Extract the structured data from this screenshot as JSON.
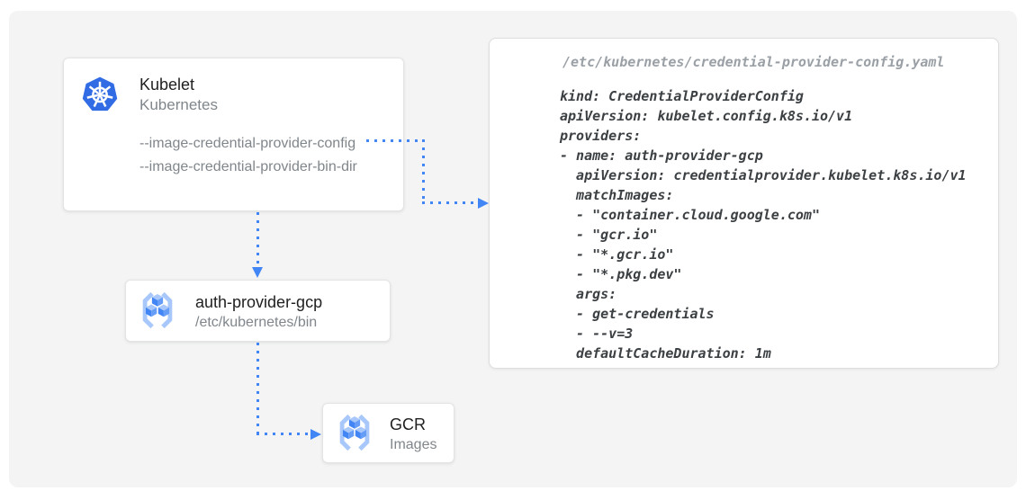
{
  "colors": {
    "canvas_background": "#f4f4f4",
    "arrow_blue": "#4285f4",
    "kubernetes_blue": "#326ce5",
    "icon_light_blue": "#a8c7fa",
    "icon_mid_blue": "#669df6",
    "title_text": "#212121",
    "muted_text": "#80868b",
    "code_text": "#3c4043",
    "code_path_text": "#9aa0a6"
  },
  "nodes": {
    "kubelet": {
      "icon": "kubernetes-helm-icon",
      "title": "Kubelet",
      "subtitle": "Kubernetes",
      "flags": [
        "--image-credential-provider-config",
        "--image-credential-provider-bin-dir"
      ]
    },
    "auth_provider": {
      "icon": "container-registry-icon",
      "title": "auth-provider-gcp",
      "subtitle": "/etc/kubernetes/bin"
    },
    "gcr": {
      "icon": "container-registry-icon",
      "title": "GCR",
      "subtitle": "Images"
    }
  },
  "config_panel": {
    "file_path": "/etc/kubernetes/credential-provider-config.yaml",
    "code_lines": [
      "kind: CredentialProviderConfig",
      "apiVersion: kubelet.config.k8s.io/v1",
      "providers:",
      "- name: auth-provider-gcp",
      "  apiVersion: credentialprovider.kubelet.k8s.io/v1",
      "  matchImages:",
      "  - \"container.cloud.google.com\"",
      "  - \"gcr.io\"",
      "  - \"*.gcr.io\"",
      "  - \"*.pkg.dev\"",
      "  args:",
      "  - get-credentials",
      "  - --v=3",
      "  defaultCacheDuration: 1m"
    ]
  }
}
